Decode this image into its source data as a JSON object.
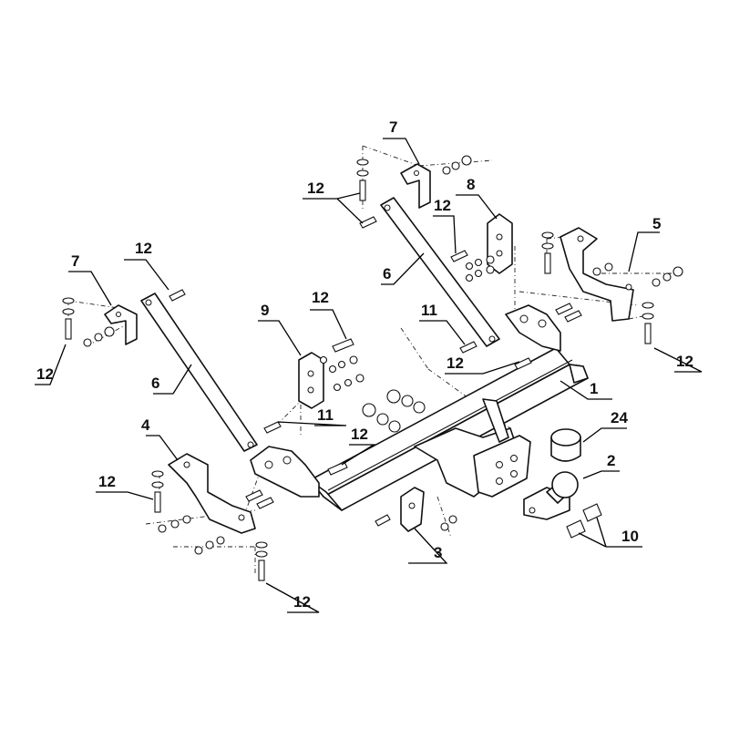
{
  "callouts": {
    "c1": "1",
    "c2": "2",
    "c3": "3",
    "c4": "4",
    "c5": "5",
    "c6a": "6",
    "c6b": "6",
    "c7a": "7",
    "c7b": "7",
    "c8": "8",
    "c9": "9",
    "c10": "10",
    "c11a": "11",
    "c11b": "11",
    "c12a": "12",
    "c12b": "12",
    "c12c": "12",
    "c12d": "12",
    "c12e": "12",
    "c12f": "12",
    "c12g": "12",
    "c12h": "12",
    "c12i": "12",
    "c12j": "12",
    "c24": "24"
  }
}
